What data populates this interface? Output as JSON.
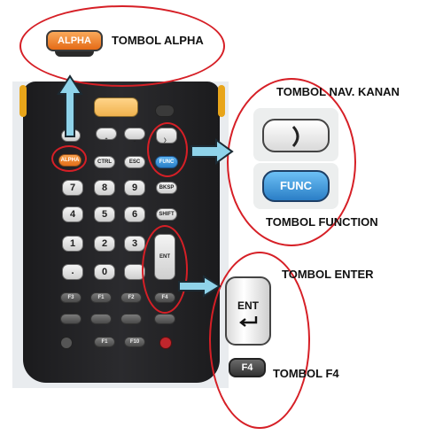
{
  "captions": {
    "alpha": "TOMBOL ALPHA",
    "nav_right": "TOMBOL NAV. KANAN",
    "function": "TOMBOL FUNCTION",
    "enter": "TOMBOL ENTER",
    "f4": "TOMBOL F4"
  },
  "keys": {
    "alpha": "ALPHA",
    "func": "FUNC",
    "ent": "ENT",
    "f4": "F4",
    "ctrl": "CTRL",
    "esc": "ESC",
    "bksp": "BKSP",
    "shift": "SHIFT",
    "f1": "F1",
    "f2": "F2",
    "f3": "F3",
    "f10": "F10",
    "digits": [
      "7",
      "8",
      "9",
      "4",
      "5",
      "6",
      "1",
      "2",
      "3",
      "0",
      "."
    ]
  },
  "colors": {
    "annotation_red": "#d61f26",
    "arrow_blue": "#8fd3ea",
    "alpha_orange": "#f28a2e",
    "func_blue": "#2f8fd8"
  }
}
